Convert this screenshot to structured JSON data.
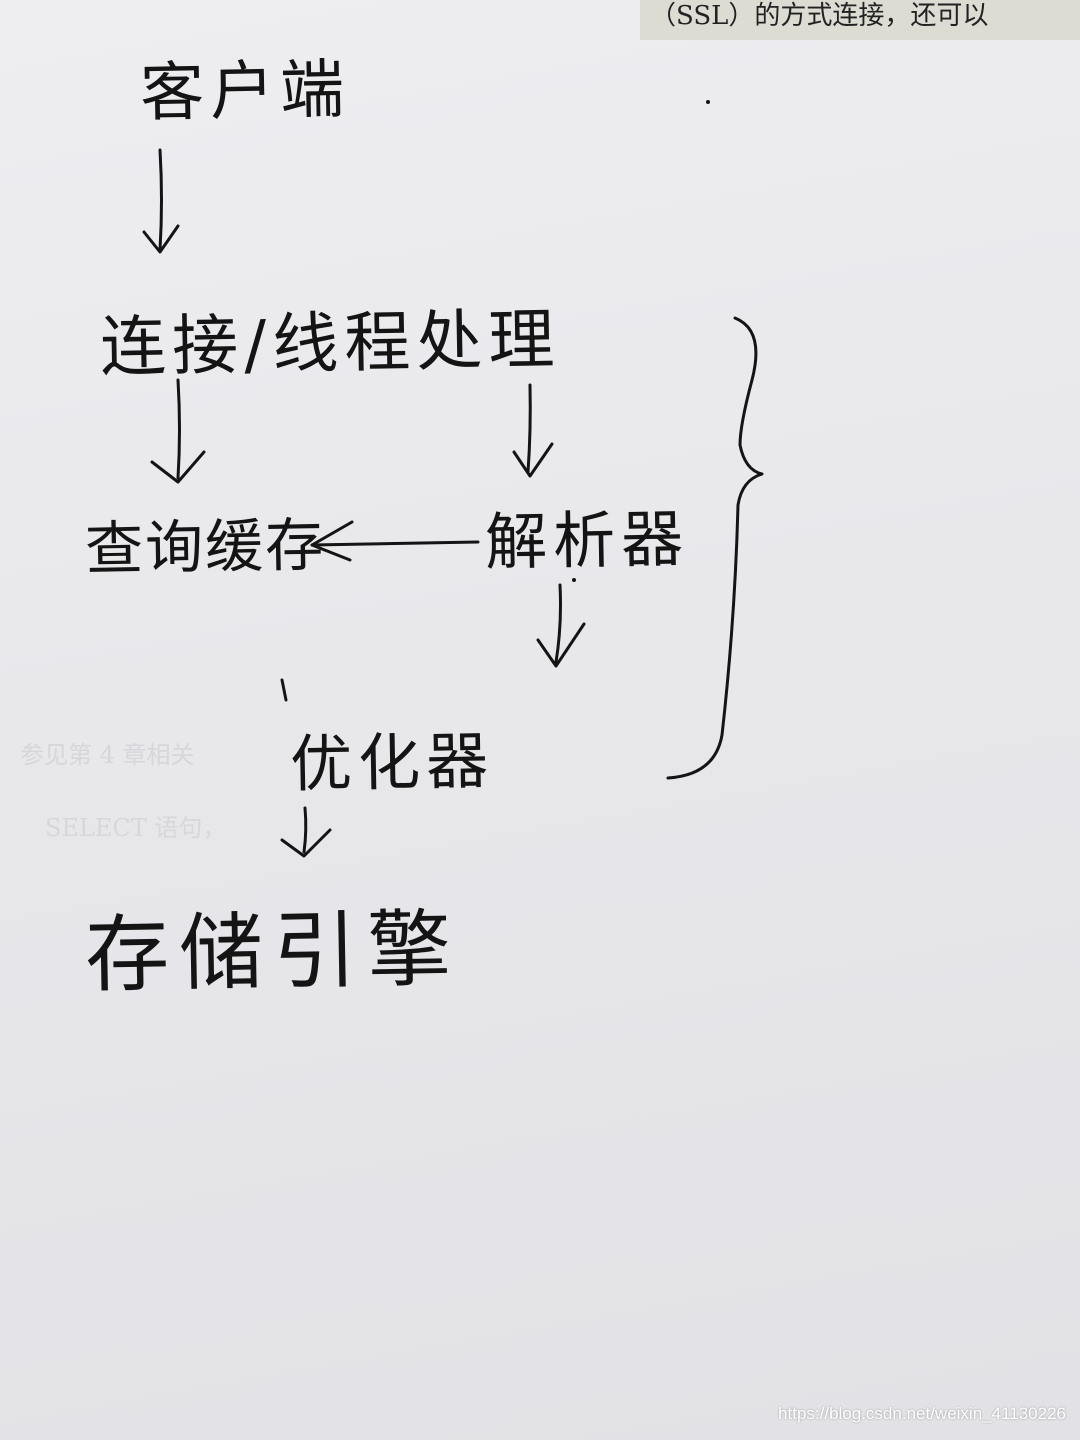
{
  "book_header_text": "（SSL）的方式连接，还可以",
  "bleed_text": {
    "line1": "SELECT 语句，",
    "line2": "参见第 4 章相关"
  },
  "nodes": {
    "client": "客户端",
    "connection": "连接/线程处理",
    "query_cache": "查询缓存",
    "parser": "解析器",
    "optimizer": "优化器",
    "storage_engine": "存储引擎"
  },
  "watermark": "https://blog.csdn.net/weixin_41130226",
  "colors": {
    "ink": "#141414",
    "paper": "#e9e9ec"
  }
}
